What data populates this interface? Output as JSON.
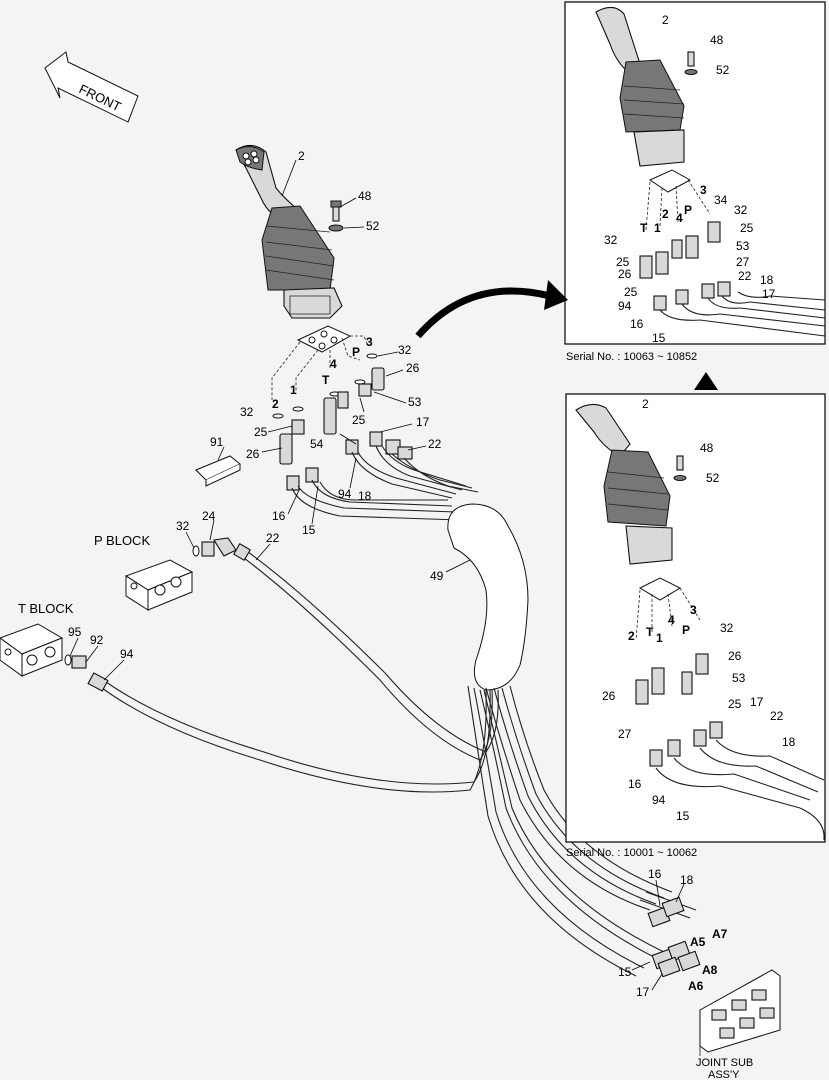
{
  "text": {
    "front": "FRONT",
    "p_block": "P BLOCK",
    "t_block": "T BLOCK",
    "joint_line1": "JOINT SUB",
    "joint_line2": "ASS'Y",
    "serial_top": "Serial No. : 10063 ~ 10852",
    "serial_bottom": "Serial No. : 10001 ~ 10062"
  },
  "main_labels": {
    "n2": "2",
    "n48": "48",
    "n52": "52",
    "n32a": "32",
    "n3": "3",
    "nP": "P",
    "n4": "4",
    "nT": "T",
    "n1": "1",
    "n2b": "2",
    "n26a": "26",
    "n53": "53",
    "n32b": "32",
    "n25a": "25",
    "n25b": "25",
    "n17": "17",
    "n22a": "22",
    "n54": "54",
    "n26b": "26",
    "n91": "91",
    "n94a": "94",
    "n18": "18",
    "n16": "16",
    "n15": "15",
    "n32c": "32",
    "n24": "24",
    "n22b": "22",
    "n49": "49",
    "n95": "95",
    "n92": "92",
    "n94b": "94"
  },
  "joint_labels": {
    "n16": "16",
    "n18": "18",
    "A7": "A7",
    "A5": "A5",
    "A8": "A8",
    "A6": "A6",
    "n15": "15",
    "n17": "17"
  },
  "inset_top": {
    "n2": "2",
    "n48": "48",
    "n52": "52",
    "n3": "3",
    "n34": "34",
    "n32a": "32",
    "nT": "T",
    "n1": "1",
    "n2b": "2",
    "n4": "4",
    "nP": "P",
    "n25a": "25",
    "n32b": "32",
    "n53": "53",
    "n25b": "25",
    "n27": "27",
    "n26": "26",
    "n25c": "25",
    "n22": "22",
    "n18": "18",
    "n17": "17",
    "n94": "94",
    "n16": "16",
    "n15": "15"
  },
  "inset_bottom": {
    "n2": "2",
    "n48": "48",
    "n52": "52",
    "n3": "3",
    "n4": "4",
    "nT": "T",
    "n2b": "2",
    "n1": "1",
    "nP": "P",
    "n32": "32",
    "n26a": "26",
    "n53": "53",
    "n26b": "26",
    "n25": "25",
    "n17": "17",
    "n27": "27",
    "n22": "22",
    "n18": "18",
    "n16": "16",
    "n94": "94",
    "n15": "15"
  }
}
